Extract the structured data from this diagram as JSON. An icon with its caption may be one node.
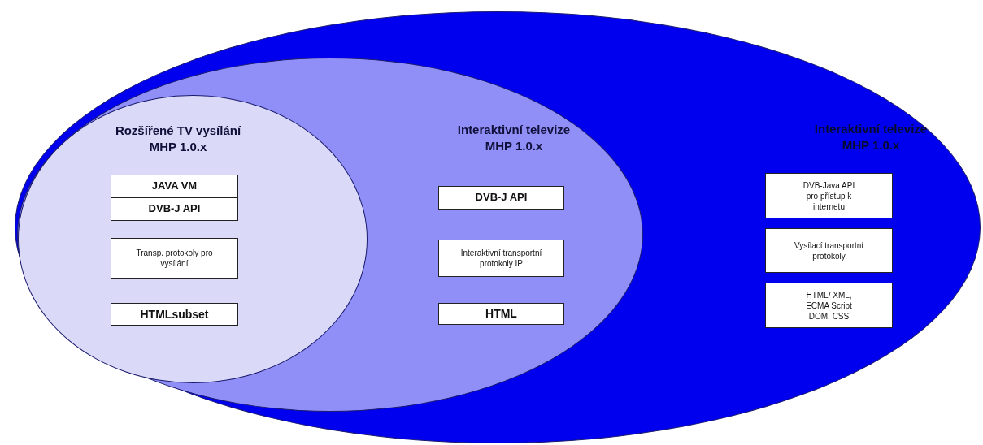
{
  "diagram": {
    "nodes": [
      {
        "text": [
          "Interaktivní televize",
          "MHP 1.0.x"
        ]
      },
      {
        "text": [
          "Interaktivní televize",
          "MHP 1.0.x"
        ],
        "in": 0
      },
      {
        "text": [
          "Rozšířené TV vysílání",
          "MHP 1.0.x"
        ],
        "in": 1
      },
      {
        "text": [
          "JAVA VM"
        ],
        "in": 2
      },
      {
        "text": [
          "DVB-J API"
        ],
        "in": 2
      },
      {
        "text": [
          "Transp. protokoly pro vysílání"
        ],
        "in": 2
      },
      {
        "text": [
          "HTMLsubset"
        ],
        "in": 2
      },
      {
        "text": [
          "DVB-J API"
        ],
        "in": 1
      },
      {
        "text": [
          "Interaktivní transportní protokoly IP"
        ],
        "in": 1
      },
      {
        "text": [
          "HTML"
        ],
        "in": 1
      },
      {
        "text": [
          "DVB-Java API pro přístup k internetu"
        ],
        "in": 0
      },
      {
        "text": [
          "Vysílací transportní protokoly"
        ],
        "in": 0
      },
      {
        "text": [
          "HTML/ XML, ECMA Script DOM, CSS"
        ],
        "in": 0
      }
    ]
  }
}
